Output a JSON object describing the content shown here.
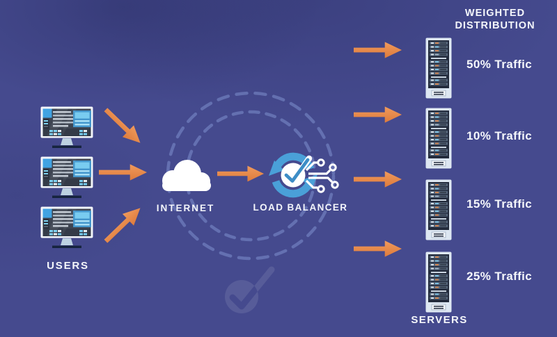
{
  "diagram": {
    "heading": {
      "line1": "WEIGHTED",
      "line2": "DISTRIBUTION"
    },
    "users_label": "USERS",
    "internet_label": "INTERNET",
    "load_balancer_label": "LOAD BALANCER",
    "servers_label": "SERVERS",
    "traffic": [
      {
        "label": "50% Traffic"
      },
      {
        "label": "10% Traffic"
      },
      {
        "label": "15% Traffic"
      },
      {
        "label": "25% Traffic"
      }
    ]
  },
  "icons": {
    "user_computer": "user-computer-icon",
    "internet_cloud": "internet-cloud-icon",
    "load_balancer": "load-balancer-sync-check-icon",
    "server_rack": "server-rack-icon",
    "traffic_arrow": "orange-arrow-icon",
    "decorations": [
      "dashed-circles",
      "checkmark-watermark"
    ]
  },
  "colors": {
    "background": "#454a8e",
    "arrow_orange": "#e98a4d",
    "load_balancer_blue": "#4aa0d8",
    "text_white": "#f4f6fb",
    "dashed_ring": "#7e90cd"
  }
}
